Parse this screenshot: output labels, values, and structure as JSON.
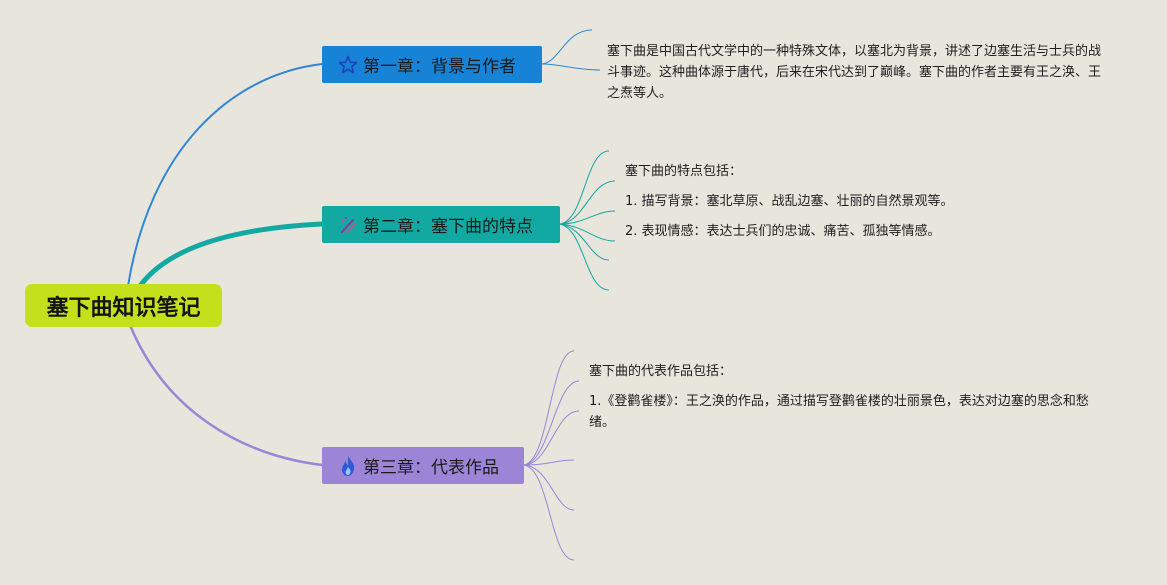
{
  "mindmap": {
    "root": {
      "label": "塞下曲知识笔记",
      "color": "#c4e01d"
    },
    "chapters": [
      {
        "label": "第一章：背景与作者",
        "icon": "star-icon",
        "color": "#1783d6",
        "branch_color": "#2f86d6",
        "notes": [
          "塞下曲是中国古代文学中的一种特殊文体，以塞北为背景，讲述了边塞生活与士兵的战斗事迹。这种曲体源于唐代，后来在宋代达到了巅峰。塞下曲的作者主要有王之涣、王之焘等人。"
        ]
      },
      {
        "label": "第二章：塞下曲的特点",
        "icon": "brush-icon",
        "color": "#12a9a2",
        "branch_color": "#12a9a2",
        "notes": [
          "塞下曲的特点包括：",
          "1. 描写背景：塞北草原、战乱边塞、壮丽的自然景观等。",
          "2. 表现情感：表达士兵们的忠诚、痛苦、孤独等情感。"
        ]
      },
      {
        "label": "第三章：代表作品",
        "icon": "flame-icon",
        "color": "#9c84d6",
        "branch_color": "#9c84d6",
        "notes": [
          "塞下曲的代表作品包括：",
          "1.《登鹳雀楼》：王之涣的作品，通过描写登鹳雀楼的壮丽景色，表达对边塞的思念和愁绪。"
        ]
      }
    ]
  }
}
